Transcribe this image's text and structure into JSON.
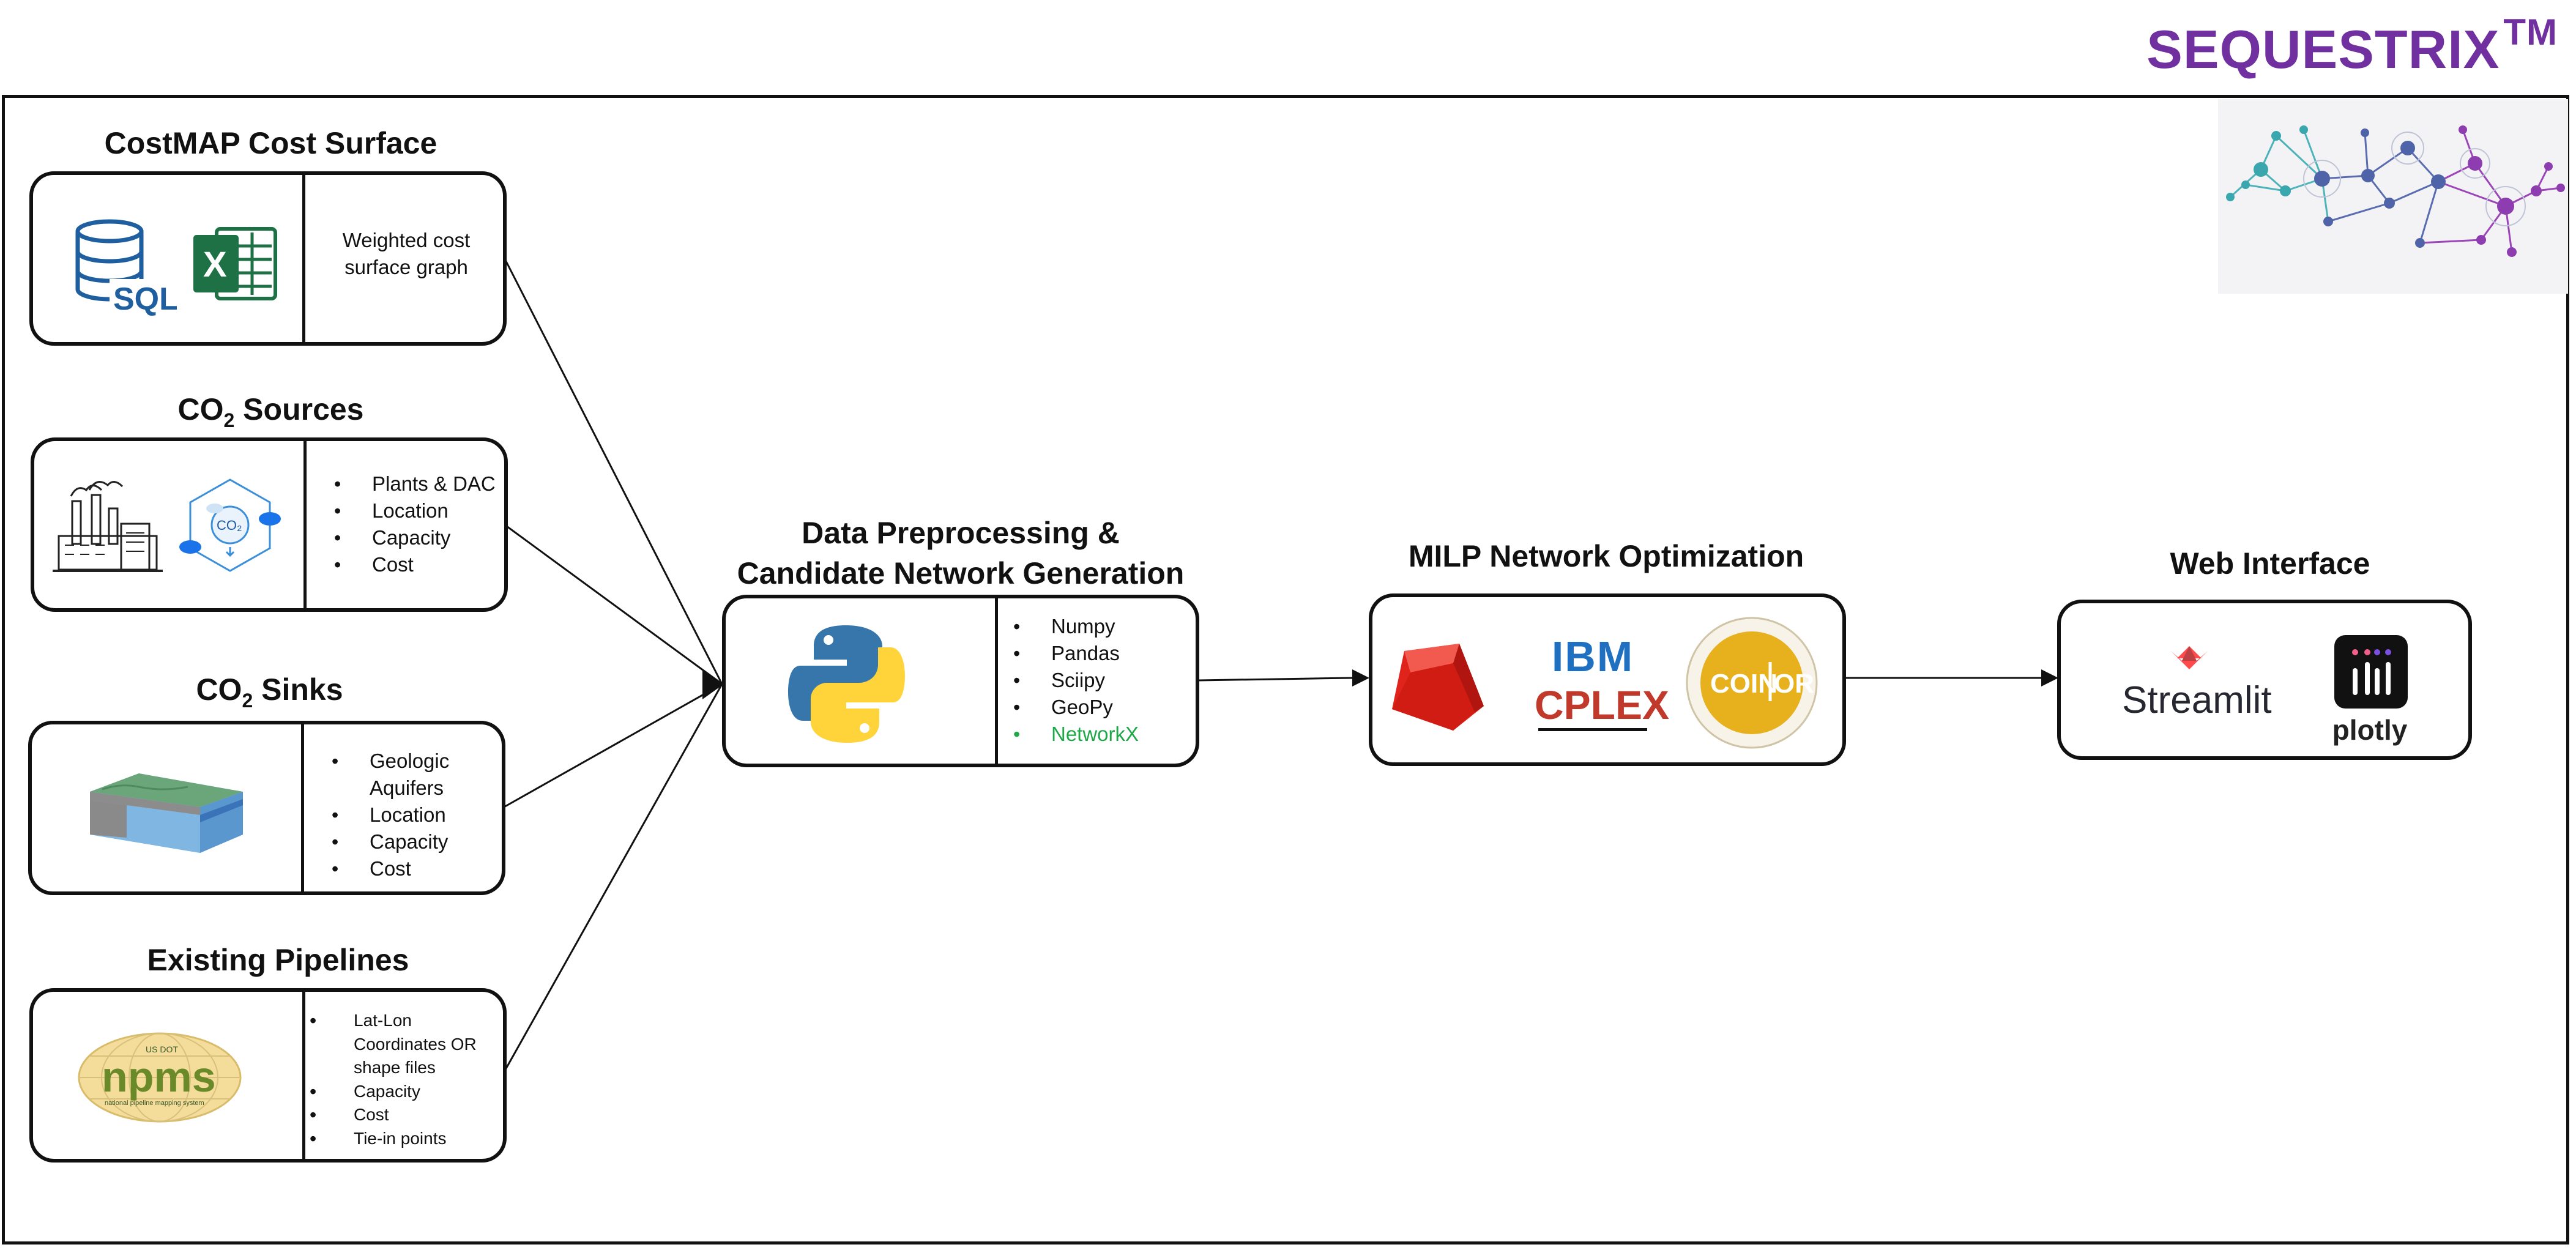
{
  "brand": {
    "name": "SEQUESTRIX",
    "mark": "TM"
  },
  "inputs": {
    "costmap": {
      "title": "CostMAP Cost Surface",
      "text_lines": [
        "Weighted cost",
        "surface graph"
      ],
      "icons": [
        "sql-database-icon",
        "excel-icon"
      ]
    },
    "sources": {
      "title_prefix": "CO",
      "title_sub": "2",
      "title_suffix": " Sources",
      "items": [
        "Plants & DAC",
        "Location",
        "Capacity",
        "Cost"
      ],
      "icons": [
        "power-plant-icon",
        "co2-cloud-icon"
      ],
      "icon_text": "CO₂"
    },
    "sinks": {
      "title_prefix": "CO",
      "title_sub": "2",
      "title_suffix": " Sinks",
      "items": [
        "Geologic Aquifers",
        "Location",
        "Capacity",
        "Cost"
      ],
      "icons": [
        "geologic-block-icon"
      ]
    },
    "pipelines": {
      "title": "Existing Pipelines",
      "items": [
        "Lat-Lon Coordinates OR shape files",
        "Capacity",
        "Cost",
        "Tie-in points"
      ],
      "icons": [
        "npms-logo"
      ],
      "logo_top": "US DOT",
      "logo_main": "npms",
      "logo_sub": "national pipeline mapping system"
    }
  },
  "preprocessing": {
    "title_line1": "Data Preprocessing &",
    "title_line2": "Candidate Network Generation",
    "items": [
      "Numpy",
      "Pandas",
      "Sciipy",
      "GeoPy",
      "NetworkX"
    ],
    "highlight_item": "NetworkX",
    "highlight_color": "#1fa84a",
    "icons": [
      "python-logo"
    ]
  },
  "optimization": {
    "title": "MILP Network Optimization",
    "icons": [
      "gurobi-logo",
      "ibm-cplex-logo",
      "coin-or-logo"
    ],
    "cplex_top": "IBM",
    "cplex_bottom": "CPLEX",
    "coin_label_left": "COIN",
    "coin_label_right": "OR"
  },
  "web": {
    "title": "Web Interface",
    "streamlit_label": "Streamlit",
    "plotly_label": "plotly",
    "icons": [
      "streamlit-logo",
      "plotly-logo"
    ]
  },
  "colors": {
    "brand": "#7030a0",
    "excel": "#1e7145",
    "sql": "#1f5f9f",
    "python_blue": "#3776ab",
    "python_yellow": "#ffd43b",
    "gurobi_red": "#e0231b",
    "ibm_blue": "#1f70c1",
    "cplex_red": "#c0392b",
    "coin_gold": "#e7b11e",
    "streamlit_red": "#ff4b4b"
  }
}
